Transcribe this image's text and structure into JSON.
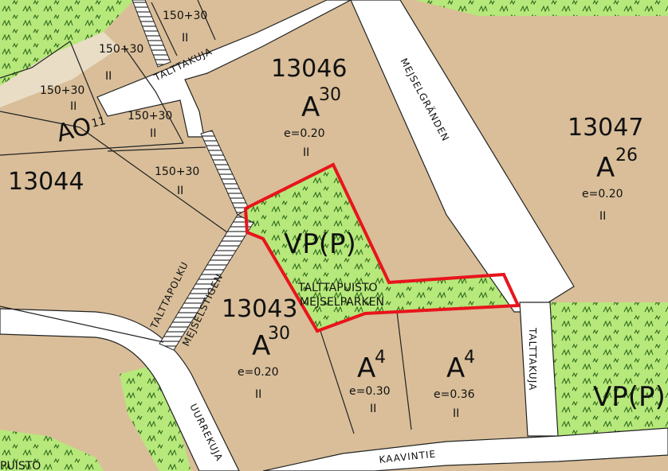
{
  "colors": {
    "plot": "#d9be99",
    "park": "#b7e87b",
    "road": "#ffffff",
    "line": "#222222",
    "highlight": "#e8141c",
    "hatch": "#2f6a1c"
  },
  "blocks": {
    "b13046": {
      "num": "13046",
      "zone": "A",
      "sup": "30",
      "e": "e=0.20",
      "floors": "II"
    },
    "b13047": {
      "num": "13047",
      "zone": "A",
      "sup": "26",
      "e": "e=0.20",
      "floors": "II"
    },
    "b13044": {
      "num": "13044"
    },
    "b13043": {
      "num": "13043",
      "zone": "A",
      "sup": "30",
      "e": "e=0.20",
      "floors": "II"
    },
    "a4left": {
      "zone": "A",
      "sup": "4",
      "e": "e=0.30",
      "floors": "II"
    },
    "a4right": {
      "zone": "A",
      "sup": "4",
      "e": "e=0.36",
      "floors": "II"
    },
    "ao11": {
      "zone": "AO",
      "sup": "11"
    }
  },
  "small_lots": [
    {
      "label": "150+30",
      "floors": "II"
    },
    {
      "label": "150+30",
      "floors": "II"
    },
    {
      "label": "150+30",
      "floors": "II"
    },
    {
      "label": "150+30",
      "floors": "II"
    },
    {
      "label": "150+30",
      "floors": "II"
    }
  ],
  "parks": {
    "main_zone": "VP(P)",
    "main_name_fi": "TALTTAPUISTO",
    "main_name_sv": "MEJSELPARKEN",
    "right_zone": "VP(P)",
    "corner_label": "PUISTO"
  },
  "roads": {
    "talttakuja_top": "TALTTAKUJA",
    "mejselgranden": "MEJSELGRÄNDEN",
    "talttapolku": "TALTTAPOLKU",
    "mejselstigen": "MEJSELSTIGEN",
    "uurrekuja": "UURREKUJA",
    "kaavintie": "KAAVINTIE",
    "talttakuja_right": "TALTTAKUJA"
  }
}
